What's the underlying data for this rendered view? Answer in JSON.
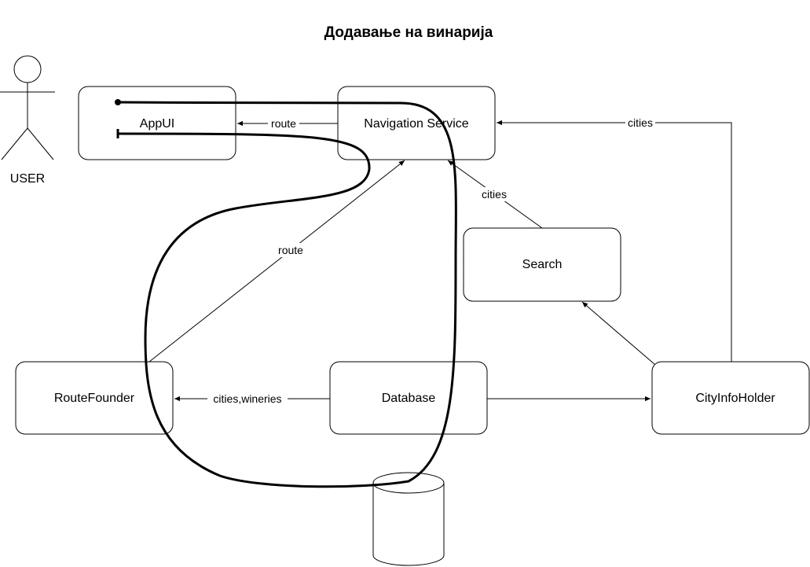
{
  "title": "Додавање на винарија",
  "actor": {
    "label": "USER"
  },
  "nodes": {
    "appui": "AppUI",
    "navigation_service": "Navigation Service",
    "search": "Search",
    "route_founder": "RouteFounder",
    "database": "Database",
    "city_info_holder": "CityInfoHolder"
  },
  "edges": {
    "nav_to_appui": "route",
    "cityinfo_to_nav": "cities",
    "search_to_nav": "cities",
    "routefounder_to_nav": "route",
    "database_to_routefounder": "cities,wineries",
    "database_to_cityinfo": "",
    "cityinfo_to_search": ""
  },
  "storage": {
    "icon": "database-cylinder-icon"
  }
}
